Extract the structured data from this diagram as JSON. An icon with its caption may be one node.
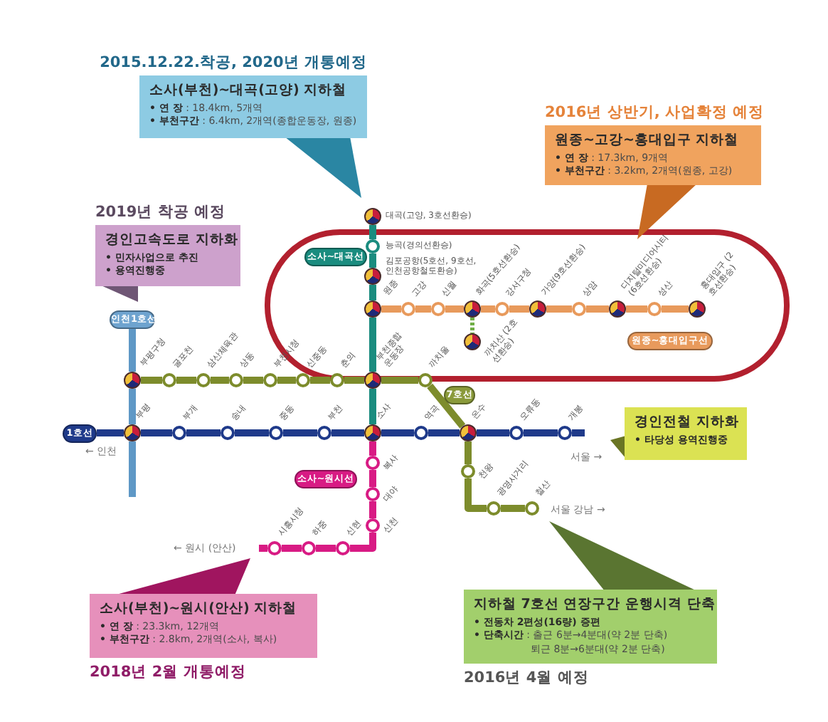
{
  "diagram": {
    "nodes": [
      {
        "text": [
          "2015.12.22.착공, 2020년 개통예정",
          "소사(부천)~대곡(고양) 지하철",
          "**• 연 장** : 18.4km, 5개역",
          "**• 부천구간** : 6.4km, 2개역(종합운동장, 원종)"
        ]
      },
      {
        "text": [
          "2016년 상반기, 사업확정 예정",
          "원종~고강~홍대입구 지하철",
          "**• 연 장** : 17.3km, 9개역",
          "**• 부천구간** : 3.2km, 2개역(원종, 고강)"
        ]
      },
      {
        "text": [
          "2019년 착공 예정",
          "경인고속도로 지하화",
          "• 민자사업으로 추진",
          "• 용역진행중"
        ]
      },
      {
        "text": [],
        "shape": "circle",
        "beside": [
          "대곡(고양, 3호선환승)"
        ]
      },
      {
        "text": [],
        "shape": "circle",
        "beside": [
          "능곡(경의선환승)"
        ]
      },
      {
        "text": [
          "소사~대곡선"
        ]
      },
      {
        "text": [],
        "shape": "circle",
        "beside": [
          "김포공항(5호선, 9호선, 인천공항철도환승)"
        ]
      },
      {
        "text": [],
        "shape": "circle",
        "beside": [
          "원종"
        ]
      },
      {
        "text": [],
        "shape": "circle",
        "beside": [
          "고강"
        ]
      },
      {
        "text": [],
        "shape": "circle",
        "beside": [
          "신월"
        ]
      },
      {
        "text": [],
        "shape": "circle",
        "beside": [
          "화곡(5호선환승)"
        ]
      },
      {
        "text": [],
        "shape": "circle",
        "beside": [
          "강서구청"
        ]
      },
      {
        "text": [],
        "shape": "circle",
        "beside": [
          "가양(9호선환승)"
        ]
      },
      {
        "text": [],
        "shape": "circle",
        "beside": [
          "상암"
        ]
      },
      {
        "text": [],
        "shape": "circle",
        "beside": [
          "디지털미디어시티 (6호선환승)"
        ]
      },
      {
        "text": [],
        "shape": "circle",
        "beside": [
          "성산"
        ]
      },
      {
        "text": [],
        "shape": "circle",
        "beside": [
          "홍대입구 (2호선환승)"
        ]
      },
      {
        "text": [],
        "shape": "circle",
        "beside": [
          "까치산 (2호선환승)"
        ]
      },
      {
        "text": [
          "원종~홍대입구선"
        ]
      },
      {
        "text": [
          "인천1호선"
        ]
      },
      {
        "text": [],
        "shape": "circle",
        "beside": [
          "부평구청"
        ]
      },
      {
        "text": [],
        "shape": "circle",
        "beside": [
          "굴포천"
        ]
      },
      {
        "text": [],
        "shape": "circle",
        "beside": [
          "삼산체육관"
        ]
      },
      {
        "text": [],
        "shape": "circle",
        "beside": [
          "상동"
        ]
      },
      {
        "text": [],
        "shape": "circle",
        "beside": [
          "부천시청"
        ]
      },
      {
        "text": [],
        "shape": "circle",
        "beside": [
          "신중동"
        ]
      },
      {
        "text": [],
        "shape": "circle",
        "beside": [
          "춘의"
        ]
      },
      {
        "text": [],
        "shape": "circle",
        "beside": [
          "부천종합 운동장"
        ]
      },
      {
        "text": [],
        "shape": "circle",
        "beside": [
          "까치울"
        ]
      },
      {
        "text": [
          "7호선"
        ]
      },
      {
        "text": [
          "1호선"
        ]
      },
      {
        "text": [],
        "shape": "circle",
        "beside": [
          "부평"
        ]
      },
      {
        "text": [],
        "shape": "circle",
        "beside": [
          "부개"
        ]
      },
      {
        "text": [],
        "shape": "circle",
        "beside": [
          "송내"
        ]
      },
      {
        "text": [],
        "shape": "circle",
        "beside": [
          "중동"
        ]
      },
      {
        "text": [],
        "shape": "circle",
        "beside": [
          "부천"
        ]
      },
      {
        "text": [],
        "shape": "circle",
        "beside": [
          "소사"
        ]
      },
      {
        "text": [],
        "shape": "circle",
        "beside": [
          "역곡"
        ]
      },
      {
        "text": [],
        "shape": "circle",
        "beside": [
          "온수"
        ]
      },
      {
        "text": [],
        "shape": "circle",
        "beside": [
          "오류동"
        ]
      },
      {
        "text": [],
        "shape": "circle",
        "beside": [
          "개봉"
        ]
      },
      {
        "text": [
          "경인전철 지하화",
          "• 타당성 용역진행중"
        ]
      },
      {
        "text": [],
        "shape": "circle",
        "beside": [
          "천왕"
        ]
      },
      {
        "text": [],
        "shape": "circle",
        "beside": [
          "복사"
        ]
      },
      {
        "text": [],
        "shape": "circle",
        "beside": [
          "대야"
        ]
      },
      {
        "text": [
          "소사~원시선"
        ]
      },
      {
        "text": [],
        "shape": "circle",
        "beside": [
          "광명사거리"
        ]
      },
      {
        "text": [],
        "shape": "circle",
        "beside": [
          "철산"
        ]
      },
      {
        "text": [],
        "shape": "circle",
        "beside": [
          "신천"
        ]
      },
      {
        "text": [],
        "shape": "circle",
        "beside": [
          "시흥시청"
        ]
      },
      {
        "text": [],
        "shape": "circle",
        "beside": [
          "하중"
        ]
      },
      {
        "text": [],
        "shape": "circle",
        "beside": [
          "신현"
        ]
      },
      {
        "text": [
          "소사(부천)~원시(안산) 지하철",
          "**• 연 장** : 23.3km, 12개역",
          "**• 부천구간** : 2.8km, 2개역(소사, 복사)",
          "2018년 2월 개통예정"
        ]
      },
      {
        "text": [
          "지하철 7호선 연장구간 운행시격 단축",
          "• 전동차 2편성(16량) 증편",
          "**• 단축시간** : 출근 6분→4분대(약 2분 단축) 퇴근 8분→6분대(약 2분 단축)",
          "2016년 4월 예정"
        ]
      }
    ],
    "edges": [
      {
        "from": 3,
        "to": 4,
        "arrow": "none",
        "color": "#1a8c7f"
      },
      {
        "from": 4,
        "to": 6,
        "arrow": "none",
        "color": "#1a8c7f"
      },
      {
        "from": 6,
        "to": 7,
        "arrow": "none",
        "color": "#1a8c7f"
      },
      {
        "from": 7,
        "to": 27,
        "arrow": "none",
        "color": "#1a8c7f"
      },
      {
        "from": 27,
        "to": 36,
        "arrow": "none",
        "color": "#1a8c7f"
      },
      {
        "from": 7,
        "to": 8,
        "arrow": "none",
        "color": "#e89a5c"
      },
      {
        "from": 8,
        "to": 9,
        "arrow": "none",
        "color": "#e89a5c"
      },
      {
        "from": 9,
        "to": 10,
        "arrow": "none",
        "color": "#e89a5c"
      },
      {
        "from": 10,
        "to": 11,
        "arrow": "none",
        "color": "#e89a5c"
      },
      {
        "from": 11,
        "to": 12,
        "arrow": "none",
        "color": "#e89a5c"
      },
      {
        "from": 12,
        "to": 13,
        "arrow": "none",
        "color": "#e89a5c"
      },
      {
        "from": 13,
        "to": 14,
        "arrow": "none",
        "color": "#e89a5c"
      },
      {
        "from": 14,
        "to": 15,
        "arrow": "none",
        "color": "#e89a5c"
      },
      {
        "from": 15,
        "to": 16,
        "arrow": "none",
        "color": "#e89a5c"
      },
      {
        "from": 10,
        "to": 17,
        "arrow": "none",
        "style": "dashed",
        "color": "#6fae45"
      },
      {
        "from": 19,
        "to": 20,
        "arrow": "none",
        "color": "#5f98c6"
      },
      {
        "from": 20,
        "to": 31,
        "arrow": "none",
        "color": "#5f98c6"
      },
      {
        "from": 31,
        "to": null,
        "arrow": "none",
        "color": "#5f98c6"
      },
      {
        "from": 20,
        "to": 21,
        "arrow": "none"
      },
      {
        "from": 21,
        "to": 22,
        "arrow": "none"
      },
      {
        "from": 22,
        "to": 23,
        "arrow": "none"
      },
      {
        "from": 23,
        "to": 24,
        "arrow": "none"
      },
      {
        "from": 24,
        "to": 25,
        "arrow": "none"
      },
      {
        "from": 25,
        "to": 26,
        "arrow": "none"
      },
      {
        "from": 26,
        "to": 27,
        "arrow": "none"
      },
      {
        "from": 27,
        "to": 28,
        "arrow": "none"
      },
      {
        "from": 28,
        "to": 38,
        "arrow": "none"
      },
      {
        "from": 38,
        "to": 42,
        "arrow": "none"
      },
      {
        "from": 42,
        "to": 46,
        "arrow": "none"
      },
      {
        "from": 46,
        "to": 47,
        "arrow": "none"
      },
      {
        "from": 30,
        "to": 31,
        "arrow": "none",
        "color": "#1f3a8a"
      },
      {
        "from": 31,
        "to": 32,
        "arrow": "none",
        "color": "#1f3a8a"
      },
      {
        "from": 32,
        "to": 33,
        "arrow": "none",
        "color": "#1f3a8a"
      },
      {
        "from": 33,
        "to": 34,
        "arrow": "none",
        "color": "#1f3a8a"
      },
      {
        "from": 34,
        "to": 35,
        "arrow": "none",
        "color": "#1f3a8a"
      },
      {
        "from": 35,
        "to": 36,
        "arrow": "none",
        "color": "#1f3a8a"
      },
      {
        "from": 36,
        "to": 37,
        "arrow": "none",
        "color": "#1f3a8a"
      },
      {
        "from": 37,
        "to": 38,
        "arrow": "none",
        "color": "#1f3a8a"
      },
      {
        "from": 38,
        "to": 39,
        "arrow": "none",
        "color": "#1f3a8a"
      },
      {
        "from": 39,
        "to": 40,
        "arrow": "none",
        "color": "#1f3a8a"
      },
      {
        "from": 40,
        "to": null,
        "arrow": "none",
        "color": "#1f3a8a"
      },
      {
        "from": 36,
        "to": 43,
        "arrow": "none",
        "color": "#d81b84"
      },
      {
        "from": 43,
        "to": 44,
        "arrow": "none",
        "color": "#d81b84"
      },
      {
        "from": 44,
        "to": 48,
        "arrow": "none",
        "color": "#d81b84"
      },
      {
        "from": 48,
        "to": 51,
        "arrow": "none",
        "color": "#d81b84"
      },
      {
        "from": 51,
        "to": 50,
        "arrow": "none",
        "color": "#d81b84"
      },
      {
        "from": 50,
        "to": 49,
        "arrow": "none",
        "color": "#d81b84"
      },
      {
        "from": 49,
        "to": null,
        "arrow": "none",
        "color": "#d81b84"
      }
    ],
    "labels": [
      "← 인천",
      "서울 →",
      "서울 강남 →",
      "← 원시 (안산)"
    ]
  }
}
